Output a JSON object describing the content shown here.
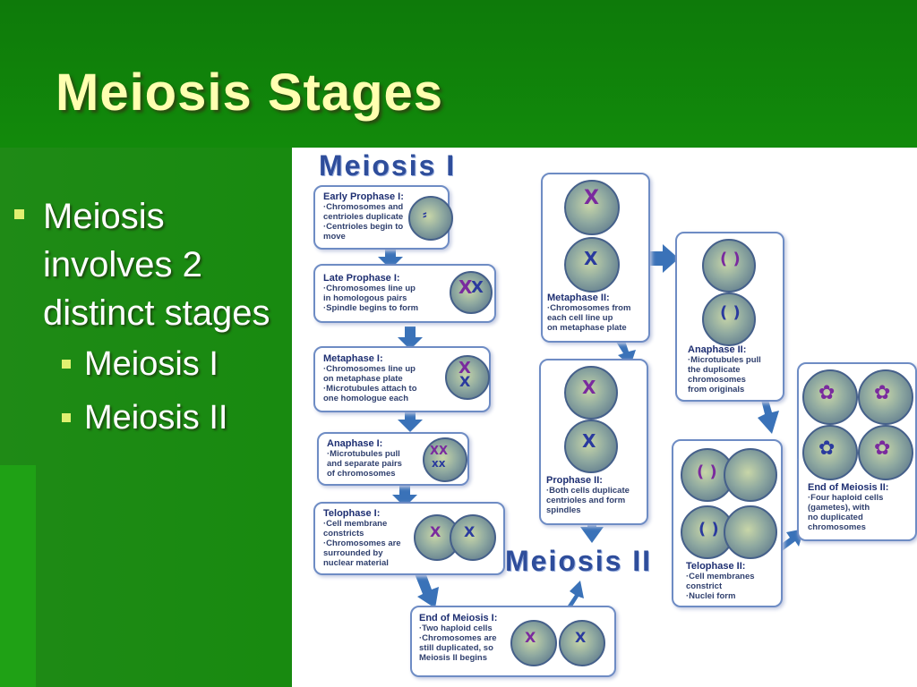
{
  "slide": {
    "title": "Meiosis Stages",
    "bullets": [
      {
        "text": "Meiosis involves 2 distinct stages",
        "level": 1
      },
      {
        "text": "Meiosis I",
        "level": 2
      },
      {
        "text": "Meiosis II",
        "level": 2
      }
    ]
  },
  "diagram": {
    "meiosis1_heading": "Meiosis I",
    "meiosis2_heading": "Meiosis II",
    "stages": {
      "early_prophase1": {
        "title": "Early Prophase I:",
        "lines": [
          "·Chromosomes and",
          "centrioles duplicate",
          "·Centrioles begin to",
          "move"
        ]
      },
      "late_prophase1": {
        "title": "Late Prophase I:",
        "lines": [
          "·Chromosomes line up",
          "in homologous pairs",
          "·Spindle begins to form"
        ]
      },
      "metaphase1": {
        "title": "Metaphase I:",
        "lines": [
          "·Chromosomes line up",
          "on metaphase plate",
          "·Microtubules attach to",
          "one homologue each"
        ]
      },
      "anaphase1": {
        "title": "Anaphase I:",
        "lines": [
          "·Microtubules pull",
          "and separate pairs",
          "of chromosomes"
        ]
      },
      "telophase1": {
        "title": "Telophase I:",
        "lines": [
          "·Cell membrane",
          "constricts",
          "·Chromosomes are",
          "surrounded by",
          "nuclear material"
        ]
      },
      "end_meiosis1": {
        "title": "End of Meiosis I:",
        "lines": [
          "·Two haploid cells",
          "·Chromosomes are",
          "still duplicated, so",
          "Meiosis II begins"
        ]
      },
      "prophase2": {
        "title": "Prophase II:",
        "lines": [
          "·Both cells duplicate",
          "centrioles and form",
          "spindles"
        ]
      },
      "metaphase2": {
        "title": "Metaphase II:",
        "lines": [
          "·Chromosomes from",
          "each cell line up",
          "on metaphase plate"
        ]
      },
      "anaphase2": {
        "title": "Anaphase II:",
        "lines": [
          "·Microtubules pull",
          "the duplicate",
          "chromosomes",
          "from originals"
        ]
      },
      "telophase2": {
        "title": "Telophase II:",
        "lines": [
          "·Cell membranes",
          "constrict",
          "·Nuclei form"
        ]
      },
      "end_meiosis2": {
        "title": "End of Meiosis II:",
        "lines": [
          "·Four haploid cells",
          "(gametes), with",
          "no duplicated",
          "chromosomes"
        ]
      }
    },
    "colors": {
      "box_border": "#6e8cc4",
      "arrow": "#3a72b8",
      "heading": "#2e4d9b",
      "chromosome_purple": "#7a2a9e",
      "chromosome_blue": "#2a3a9e",
      "centriole": "#e8a820"
    }
  }
}
